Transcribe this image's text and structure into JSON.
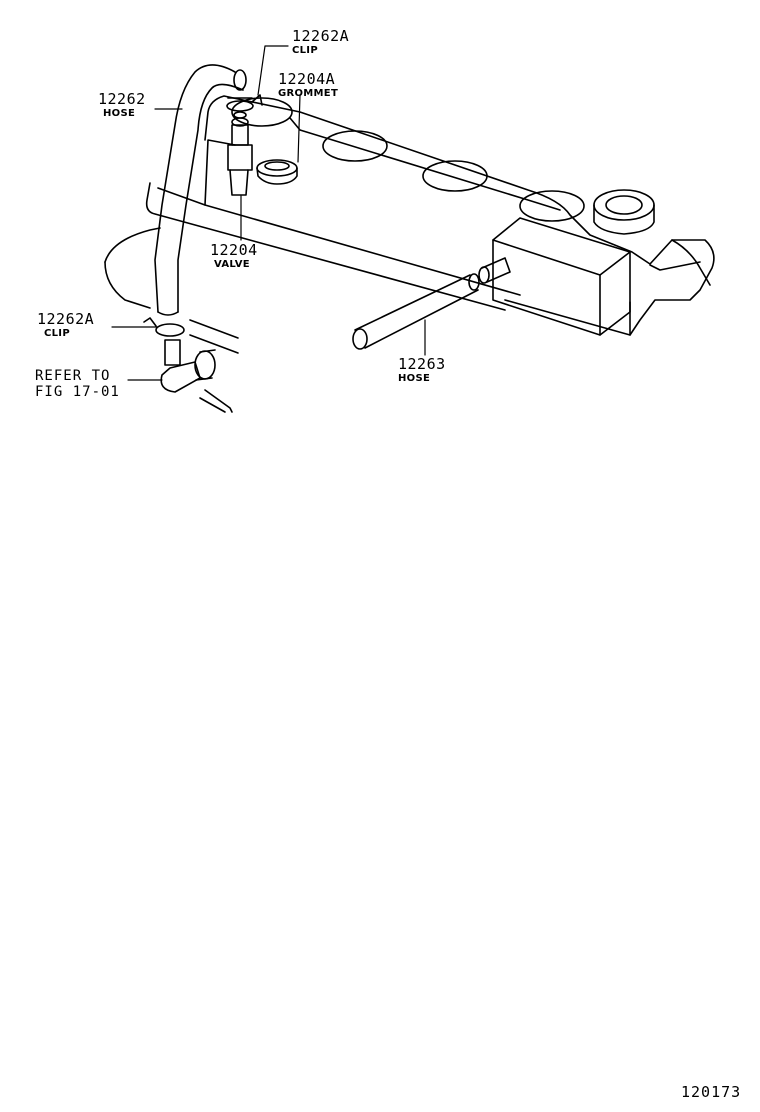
{
  "labels": {
    "clip_top": {
      "part_no": "12262A",
      "name": "CLIP"
    },
    "grommet": {
      "part_no": "12204A",
      "name": "GROMMET"
    },
    "hose_left": {
      "part_no": "12262",
      "name": "HOSE"
    },
    "valve": {
      "part_no": "12204",
      "name": "VALVE"
    },
    "clip_bottom": {
      "part_no": "12262A",
      "name": "CLIP"
    },
    "refer": {
      "line1": "REFER TO",
      "line2": "FIG 17-01"
    },
    "hose_right": {
      "part_no": "12263",
      "name": "HOSE"
    }
  },
  "figure_number": "120173"
}
